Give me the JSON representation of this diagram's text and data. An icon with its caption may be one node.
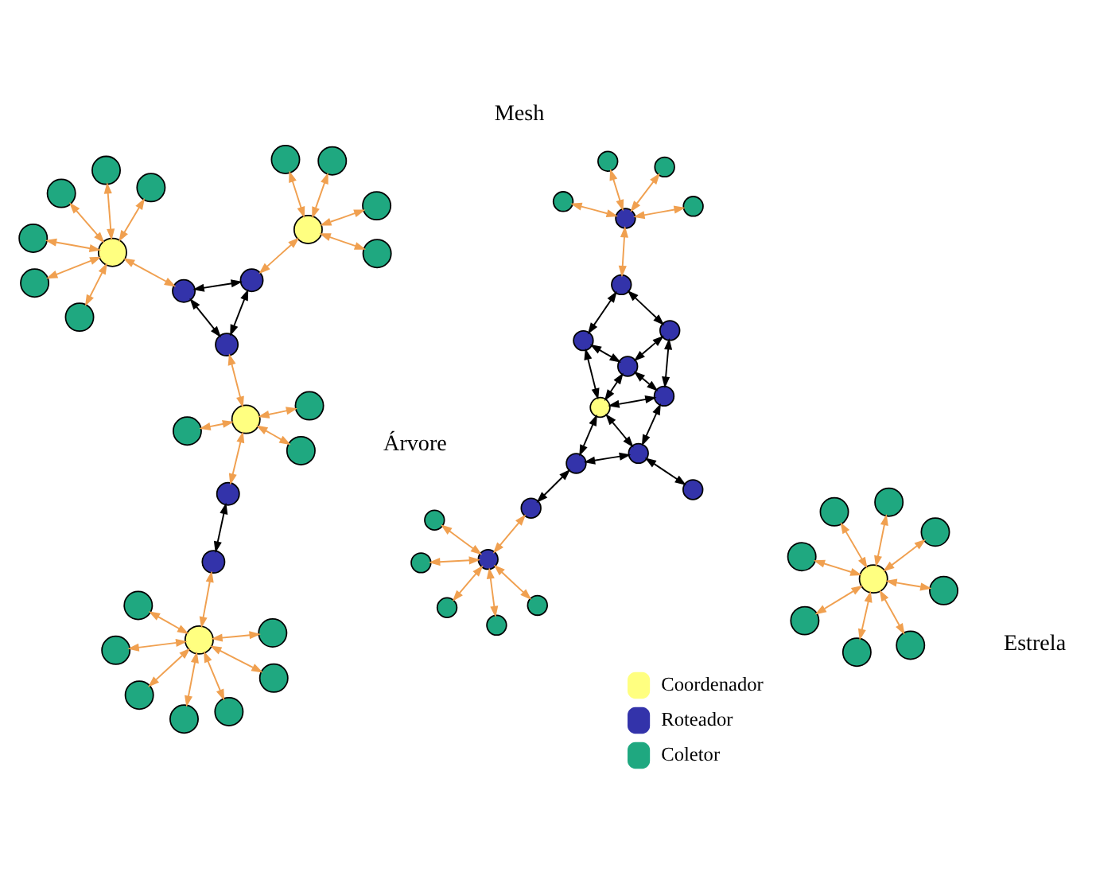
{
  "diagram": {
    "nodes": [
      {
        "text": [],
        "shape": "circle"
      },
      {
        "text": [],
        "shape": "circle"
      },
      {
        "text": [],
        "shape": "circle"
      },
      {
        "text": [],
        "shape": "circle"
      },
      {
        "text": [],
        "shape": "circle"
      },
      {
        "text": [],
        "shape": "circle"
      },
      {
        "text": [],
        "shape": "circle"
      },
      {
        "text": [],
        "shape": "circle"
      },
      {
        "text": [],
        "shape": "circle"
      },
      {
        "text": [],
        "shape": "circle"
      },
      {
        "text": [],
        "shape": "circle"
      },
      {
        "text": [],
        "shape": "circle"
      },
      {
        "text": [],
        "shape": "circle"
      },
      {
        "text": [],
        "shape": "circle"
      },
      {
        "text": [],
        "shape": "circle"
      },
      {
        "text": [],
        "shape": "circle"
      },
      {
        "text": [],
        "shape": "circle"
      },
      {
        "text": [],
        "shape": "circle"
      },
      {
        "text": [],
        "shape": "circle"
      },
      {
        "text": [],
        "shape": "circle"
      },
      {
        "text": [],
        "shape": "circle"
      },
      {
        "text": [],
        "shape": "circle"
      },
      {
        "text": [],
        "shape": "circle"
      },
      {
        "text": [],
        "shape": "circle"
      },
      {
        "text": [],
        "shape": "circle"
      },
      {
        "text": [],
        "shape": "circle"
      },
      {
        "text": [],
        "shape": "circle"
      },
      {
        "text": [],
        "shape": "circle"
      },
      {
        "text": [],
        "shape": "circle"
      },
      {
        "text": [],
        "shape": "circle"
      },
      {
        "text": [],
        "shape": "circle"
      },
      {
        "text": [],
        "shape": "circle"
      },
      {
        "text": [],
        "shape": "circle"
      },
      {
        "text": [],
        "shape": "circle"
      },
      {
        "text": [],
        "shape": "circle"
      },
      {
        "text": [],
        "shape": "circle"
      },
      {
        "text": [],
        "shape": "circle"
      },
      {
        "text": [],
        "shape": "circle"
      },
      {
        "text": [],
        "shape": "circle"
      },
      {
        "text": [],
        "shape": "circle"
      },
      {
        "text": [],
        "shape": "circle"
      },
      {
        "text": [],
        "shape": "circle"
      },
      {
        "text": [],
        "shape": "circle"
      },
      {
        "text": [],
        "shape": "circle"
      },
      {
        "text": [],
        "shape": "circle"
      },
      {
        "text": [],
        "shape": "circle"
      },
      {
        "text": [],
        "shape": "circle"
      },
      {
        "text": [],
        "shape": "circle"
      },
      {
        "text": [],
        "shape": "circle"
      },
      {
        "text": [],
        "shape": "circle"
      },
      {
        "text": [],
        "shape": "circle"
      },
      {
        "text": [],
        "shape": "circle"
      },
      {
        "text": [],
        "shape": "circle"
      },
      {
        "text": [],
        "shape": "circle"
      },
      {
        "text": [],
        "shape": "circle"
      },
      {
        "text": [],
        "shape": "circle"
      },
      {
        "text": [],
        "shape": "circle"
      },
      {
        "text": [],
        "shape": "circle"
      },
      {
        "text": [],
        "shape": "circle"
      }
    ],
    "edges": [
      {
        "from": 0,
        "to": 1,
        "arrow": "both"
      },
      {
        "from": 0,
        "to": 2,
        "arrow": "both"
      },
      {
        "from": 0,
        "to": 3,
        "arrow": "both"
      },
      {
        "from": 0,
        "to": 4,
        "arrow": "both"
      },
      {
        "from": 0,
        "to": 5,
        "arrow": "both"
      },
      {
        "from": 0,
        "to": 6,
        "arrow": "both"
      },
      {
        "from": 0,
        "to": 7,
        "arrow": "both"
      },
      {
        "from": 0,
        "to": 8,
        "arrow": "both"
      },
      {
        "from": 9,
        "to": 10,
        "arrow": "both"
      },
      {
        "from": 9,
        "to": 11,
        "arrow": "both"
      },
      {
        "from": 9,
        "to": 12,
        "arrow": "both"
      },
      {
        "from": 9,
        "to": 13,
        "arrow": "both"
      },
      {
        "from": 9,
        "to": 14,
        "arrow": "both"
      },
      {
        "from": 9,
        "to": 15,
        "arrow": "both"
      },
      {
        "from": 9,
        "to": 16,
        "arrow": "both"
      },
      {
        "from": 9,
        "to": 17,
        "arrow": "both"
      },
      {
        "from": 17,
        "to": 18,
        "arrow": "both",
        "color": "#000000"
      },
      {
        "from": 18,
        "to": 19,
        "arrow": "both"
      },
      {
        "from": 19,
        "to": 20,
        "arrow": "both"
      },
      {
        "from": 19,
        "to": 21,
        "arrow": "both"
      },
      {
        "from": 19,
        "to": 22,
        "arrow": "both"
      },
      {
        "from": 19,
        "to": 23,
        "arrow": "both"
      },
      {
        "from": 23,
        "to": 24,
        "arrow": "both",
        "color": "#000000"
      },
      {
        "from": 23,
        "to": 32,
        "arrow": "both",
        "color": "#000000"
      },
      {
        "from": 24,
        "to": 32,
        "arrow": "both",
        "color": "#000000"
      },
      {
        "from": 24,
        "to": 25,
        "arrow": "both"
      },
      {
        "from": 25,
        "to": 26,
        "arrow": "both"
      },
      {
        "from": 25,
        "to": 27,
        "arrow": "both"
      },
      {
        "from": 25,
        "to": 28,
        "arrow": "both"
      },
      {
        "from": 25,
        "to": 29,
        "arrow": "both"
      },
      {
        "from": 25,
        "to": 30,
        "arrow": "both"
      },
      {
        "from": 25,
        "to": 31,
        "arrow": "both"
      },
      {
        "from": 32,
        "to": 33,
        "arrow": "both"
      },
      {
        "from": 33,
        "to": 34,
        "arrow": "both"
      },
      {
        "from": 33,
        "to": 35,
        "arrow": "both"
      },
      {
        "from": 33,
        "to": 36,
        "arrow": "both"
      },
      {
        "from": 33,
        "to": 37,
        "arrow": "both"
      },
      {
        "from": 38,
        "to": 39,
        "arrow": "both"
      },
      {
        "from": 38,
        "to": 40,
        "arrow": "both"
      },
      {
        "from": 38,
        "to": 41,
        "arrow": "both"
      },
      {
        "from": 38,
        "to": 42,
        "arrow": "both"
      },
      {
        "from": 38,
        "to": 43,
        "arrow": "both"
      },
      {
        "from": 38,
        "to": 44,
        "arrow": "both"
      },
      {
        "from": 44,
        "to": 46,
        "arrow": "both",
        "color": "#000000"
      },
      {
        "from": 45,
        "to": 47,
        "arrow": "both",
        "color": "#000000"
      },
      {
        "from": 46,
        "to": 47,
        "arrow": "both",
        "color": "#000000"
      },
      {
        "from": 46,
        "to": 48,
        "arrow": "both",
        "color": "#000000"
      },
      {
        "from": 47,
        "to": 48,
        "arrow": "both",
        "color": "#000000"
      },
      {
        "from": 47,
        "to": 49,
        "arrow": "both",
        "color": "#000000"
      },
      {
        "from": 48,
        "to": 49,
        "arrow": "both",
        "color": "#000000"
      },
      {
        "from": 49,
        "to": 52,
        "arrow": "both",
        "color": "#000000"
      },
      {
        "from": 49,
        "to": 51,
        "arrow": "both",
        "color": "#000000"
      },
      {
        "from": 48,
        "to": 50,
        "arrow": "both",
        "color": "#000000"
      },
      {
        "from": 48,
        "to": 51,
        "arrow": "both",
        "color": "#000000"
      },
      {
        "from": 50,
        "to": 51,
        "arrow": "both",
        "color": "#000000"
      },
      {
        "from": 51,
        "to": 52,
        "arrow": "both",
        "color": "#000000"
      },
      {
        "from": 50,
        "to": 53,
        "arrow": "both",
        "color": "#000000"
      },
      {
        "from": 52,
        "to": 53,
        "arrow": "both",
        "color": "#000000"
      },
      {
        "from": 53,
        "to": 54,
        "arrow": "both"
      },
      {
        "from": 54,
        "to": 55,
        "arrow": "both"
      },
      {
        "from": 54,
        "to": 56,
        "arrow": "both"
      },
      {
        "from": 54,
        "to": 57,
        "arrow": "both"
      },
      {
        "from": 54,
        "to": 58,
        "arrow": "both"
      }
    ],
    "labels": [
      "Estrela",
      "Árvore",
      "Mesh"
    ],
    "legend": [
      {
        "text": "Coordenador",
        "color": "#ffff80"
      },
      {
        "text": "Roteador",
        "color": "#3333aa"
      },
      {
        "text": "Coletor",
        "color": "#1fa880"
      }
    ]
  }
}
